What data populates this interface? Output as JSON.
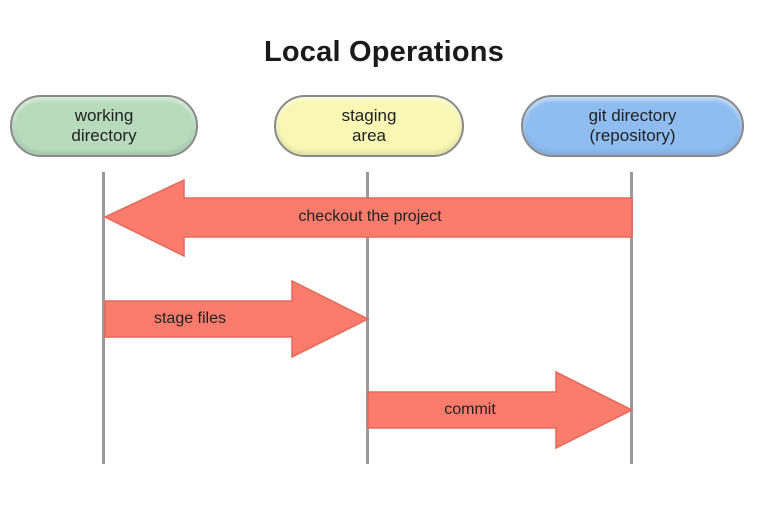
{
  "title": "Local Operations",
  "stages": {
    "working": {
      "line1": "working",
      "line2": "directory",
      "color": "#b7dbbc"
    },
    "staging": {
      "line1": "staging",
      "line2": "area",
      "color": "#f8f7b4"
    },
    "git": {
      "line1": "git directory",
      "line2": "(repository)",
      "color": "#8fbdf1"
    }
  },
  "operations": [
    {
      "label": "checkout the project",
      "from": "git",
      "to": "working"
    },
    {
      "label": "stage files",
      "from": "working",
      "to": "staging"
    },
    {
      "label": "commit",
      "from": "staging",
      "to": "git"
    }
  ],
  "colors": {
    "arrow_fill": "#fb7b6c",
    "arrow_stroke": "#e16a5c",
    "lifeline": "#9a9a9a"
  }
}
